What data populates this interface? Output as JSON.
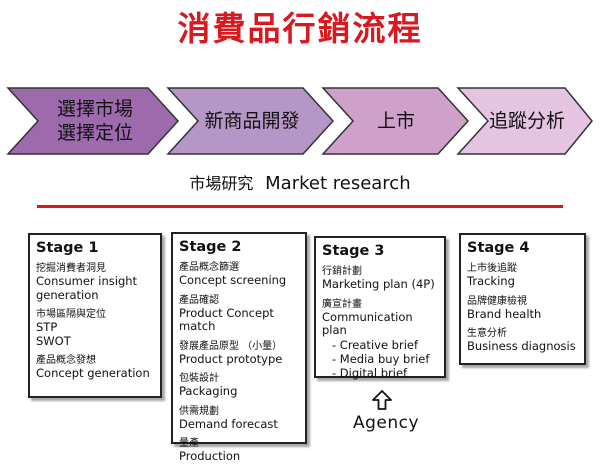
{
  "title": "消費品行銷流程",
  "flow": {
    "steps": [
      {
        "label": "選擇市場\n選擇定位",
        "fill": "#9e6aae"
      },
      {
        "label": "新商品開發",
        "fill": "#b696c6"
      },
      {
        "label": "上市",
        "fill": "#cfa0ca"
      },
      {
        "label": "追蹤分析",
        "fill": "#e4c4e0"
      }
    ]
  },
  "research": {
    "zh": "市場研究",
    "en": "Market research"
  },
  "stages": [
    {
      "title": "Stage 1",
      "groups": [
        {
          "zh": "挖掘消費者洞見",
          "lines": [
            "Consumer insight",
            "generation"
          ]
        },
        {
          "zh": "市場區隔與定位",
          "lines": [
            "STP",
            "SWOT"
          ]
        },
        {
          "zh": "產品概念發想",
          "lines": [
            "Concept generation"
          ]
        }
      ]
    },
    {
      "title": "Stage 2",
      "groups": [
        {
          "zh": "產品概念篩選",
          "lines": [
            "Concept screening"
          ]
        },
        {
          "zh": "產品確認",
          "lines": [
            "Product Concept match"
          ]
        },
        {
          "zh": "發展產品原型 （小量）",
          "lines": [
            "Product prototype"
          ]
        },
        {
          "zh": "包裝設計",
          "lines": [
            "Packaging"
          ]
        },
        {
          "zh": "供需規劃",
          "lines": [
            "Demand forecast"
          ]
        },
        {
          "zh": "量產",
          "lines": [
            "Production"
          ]
        }
      ]
    },
    {
      "title": "Stage 3",
      "groups": [
        {
          "zh": "行銷計劃",
          "lines": [
            "Marketing plan (4P)"
          ]
        },
        {
          "zh": "廣宣計畫",
          "lines": [
            "Communication plan"
          ],
          "sub": [
            "- Creative brief",
            "- Media buy brief",
            "- Digital brief"
          ]
        }
      ]
    },
    {
      "title": "Stage 4",
      "groups": [
        {
          "zh": "上市後追蹤",
          "lines": [
            "Tracking"
          ]
        },
        {
          "zh": "品牌健康檢視",
          "lines": [
            "Brand health"
          ]
        },
        {
          "zh": "生意分析",
          "lines": [
            "Business diagnosis"
          ]
        }
      ]
    }
  ],
  "agency": "Agency"
}
